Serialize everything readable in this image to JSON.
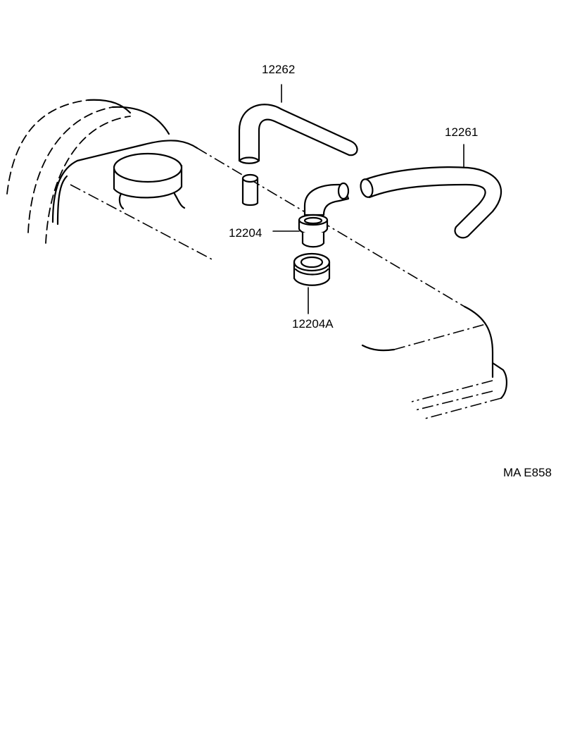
{
  "labels": {
    "hose_upper": "12262",
    "hose_right": "12261",
    "pcv_valve": "12204",
    "grommet": "12204A",
    "ref_code": "MA E858"
  }
}
